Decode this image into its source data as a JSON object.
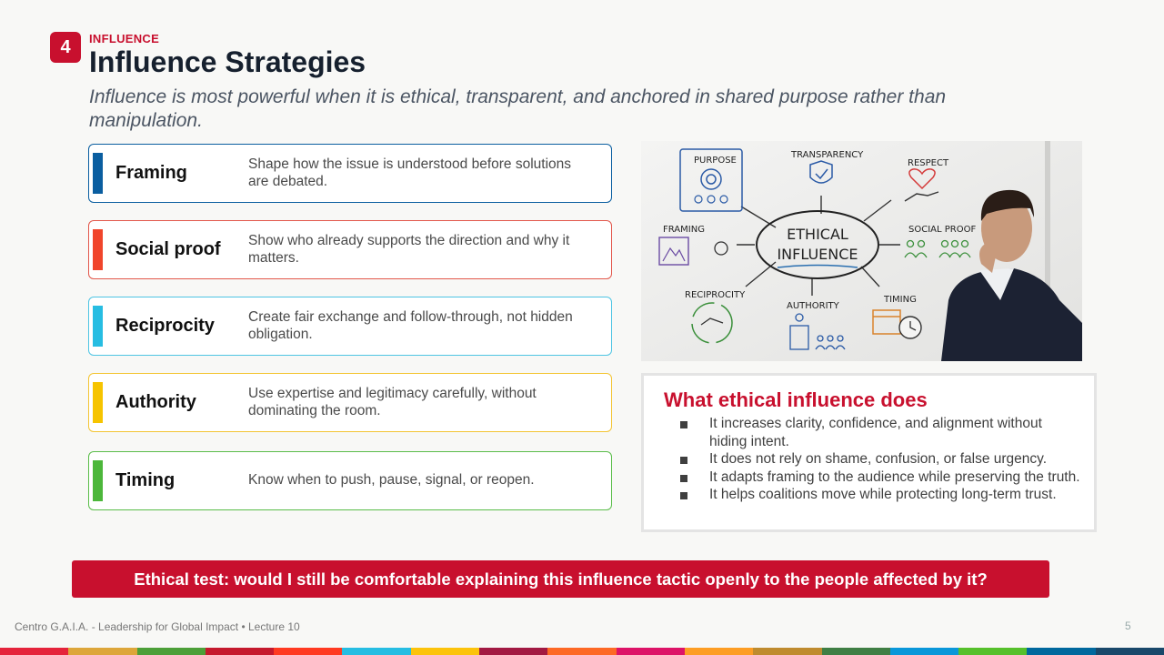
{
  "header": {
    "section_number": "4",
    "section_label": "INFLUENCE",
    "title": "Influence Strategies",
    "subtitle": "Influence is most powerful when it is ethical, transparent, and anchored in shared purpose rather than manipulation."
  },
  "strategies": [
    {
      "name": "Framing",
      "description": "Shape how the issue is understood before solutions are debated.",
      "color": "#0a5ea0",
      "border": "#0a5ea0"
    },
    {
      "name": "Social proof",
      "description": "Show who already supports the direction and why it matters.",
      "color": "#f0452b",
      "border": "#e2574b"
    },
    {
      "name": "Reciprocity",
      "description": "Create fair exchange and follow-through, not hidden obligation.",
      "color": "#27bde2",
      "border": "#4fc5e3"
    },
    {
      "name": "Authority",
      "description": "Use expertise and legitimacy carefully, without dominating the room.",
      "color": "#f6c400",
      "border": "#f3c534"
    },
    {
      "name": "Timing",
      "description": "Know when to push, pause, signal, or reopen.",
      "color": "#4cb73a",
      "border": "#5abd49"
    }
  ],
  "illustration": {
    "center_text_line1": "ETHICAL",
    "center_text_line2": "INFLUENCE",
    "labels": {
      "purpose": "PURPOSE",
      "transparency": "TRANSPARENCY",
      "respect": "RESPECT",
      "framing": "FRAMING",
      "social_proof": "SOCIAL PROOF",
      "reciprocity": "RECIPROCITY",
      "authority": "AUTHORITY",
      "timing": "TIMING"
    }
  },
  "info_box": {
    "title": "What ethical influence does",
    "items": [
      "It increases clarity, confidence, and alignment without hiding intent.",
      "It does not rely on shame, confusion, or false urgency.",
      "It adapts framing to the audience while preserving the truth.",
      "It helps coalitions move while protecting long-term trust."
    ]
  },
  "banner": "Ethical test: would I still be comfortable explaining this influence tactic openly to the people affected by it?",
  "footer": "Centro G.A.I.A. - Leadership for Global Impact • Lecture 10",
  "page_number": "5",
  "stripe_colors": [
    "#e5243b",
    "#dda63a",
    "#4c9f38",
    "#c5192d",
    "#ff3a21",
    "#26bde2",
    "#fcc30b",
    "#a21942",
    "#fd6925",
    "#dd1367",
    "#fd9d24",
    "#bf8b2e",
    "#3f7e44",
    "#0a97d9",
    "#56c02b",
    "#00689d",
    "#19486a"
  ]
}
